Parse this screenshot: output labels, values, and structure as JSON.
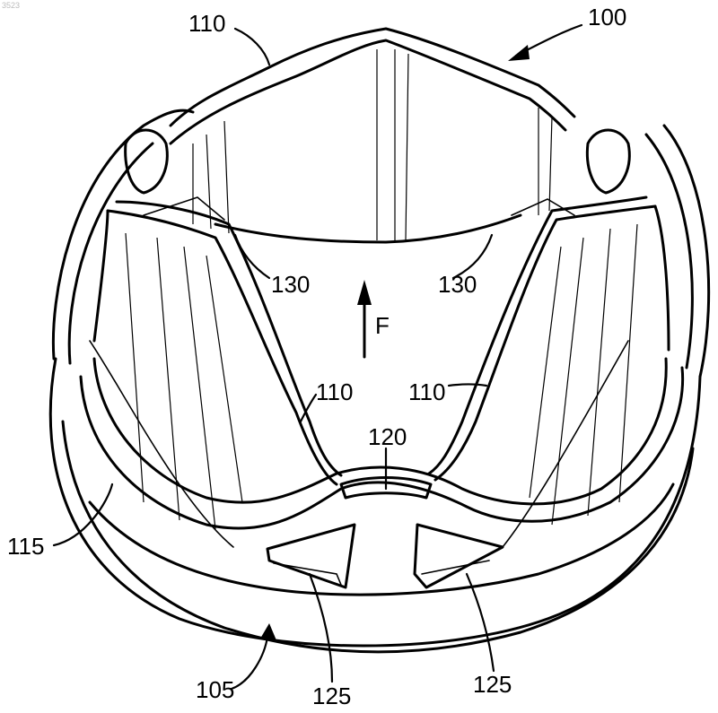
{
  "corner_mark": "3523",
  "labels": {
    "assembly": "100",
    "base": "105",
    "leaflet_top": "110",
    "leaflet_left": "110",
    "leaflet_right": "110",
    "frame": "115",
    "center_post": "120",
    "window_left": "125",
    "window_right": "125",
    "hinge_left": "130",
    "hinge_right": "130",
    "force": "F"
  }
}
